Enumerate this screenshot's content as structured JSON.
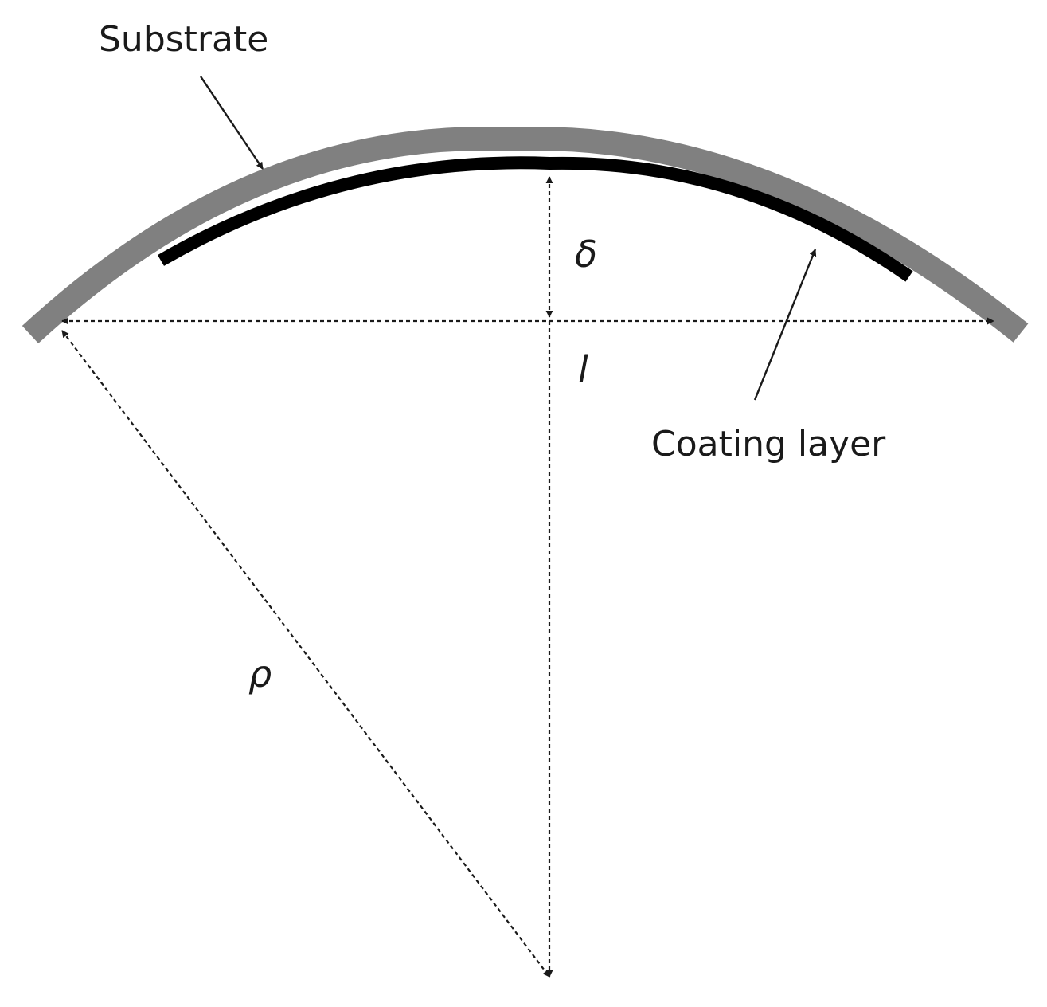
{
  "labels": {
    "substrate": "Substrate",
    "coating": "Coating layer",
    "deflection": "δ",
    "length": "l",
    "radius": "ρ"
  },
  "colors": {
    "substrate": "#808080",
    "coating": "#000000",
    "lines": "#1a1a1a"
  }
}
